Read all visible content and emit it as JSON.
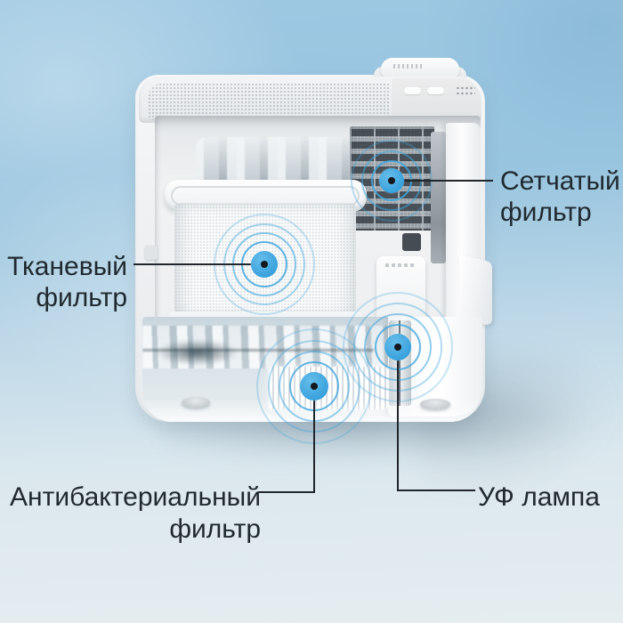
{
  "scene": {
    "type": "product-component-diagram",
    "subject": "humidifier-cutaway"
  },
  "callouts": [
    {
      "id": "mesh-filter",
      "lines": [
        "Сетчатый",
        "фильтр"
      ]
    },
    {
      "id": "fabric-filter",
      "lines": [
        "Тканевый",
        "фильтр"
      ]
    },
    {
      "id": "antibacterial-filter",
      "lines": [
        "Антибактериальный",
        "фильтр"
      ]
    },
    {
      "id": "uv-lamp",
      "lines": [
        "УФ лампа"
      ]
    }
  ],
  "colors": {
    "accent_blue": "#3ea6de",
    "marker_core": "#14181c",
    "connector": "#20262b",
    "label_text": "#20292f",
    "background_top": "#9dc8e2",
    "background_bottom": "#e5edf0",
    "device_white": "#f6f7f8"
  }
}
